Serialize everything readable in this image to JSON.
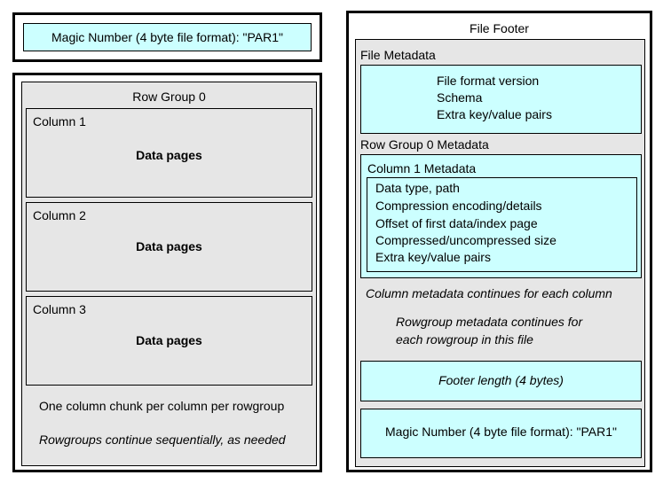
{
  "left": {
    "magic_top": "Magic Number (4 byte file format): \"PAR1\"",
    "row_group_title": "Row Group 0",
    "columns": [
      {
        "name": "Column 1",
        "content": "Data pages"
      },
      {
        "name": "Column 2",
        "content": "Data pages"
      },
      {
        "name": "Column 3",
        "content": "Data pages"
      }
    ],
    "chunk_note": "One column chunk per column per rowgroup",
    "continue_note": "Rowgroups continue sequentially, as needed"
  },
  "footer": {
    "title": "File Footer",
    "file_metadata": {
      "title": "File Metadata",
      "items": [
        "File format version",
        "Schema",
        "Extra key/value pairs"
      ]
    },
    "row_group_metadata": {
      "title": "Row Group 0 Metadata",
      "column_metadata_title": "Column 1 Metadata",
      "items": [
        "Data type, path",
        "Compression encoding/details",
        "Offset of first data/index page",
        "Compressed/uncompressed size",
        "Extra key/value pairs"
      ]
    },
    "column_continue_note": "Column metadata continues for each column",
    "rowgroup_continue_note_1": "Rowgroup metadata continues for",
    "rowgroup_continue_note_2": "each rowgroup in this file",
    "footer_length": "Footer length (4 bytes)",
    "magic_bottom": "Magic Number (4 byte file format): \"PAR1\""
  }
}
